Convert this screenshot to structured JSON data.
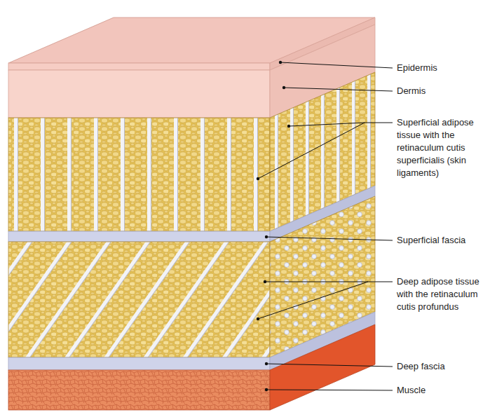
{
  "diagram": {
    "labels": [
      "Epidermis",
      "Dermis",
      "Superficial adipose tissue with the retinaculum cutis superficialis (skin ligaments)",
      "Superficial fascia",
      "Deep adipose tissue with the retinaculum cutis profundus",
      "Deep fascia",
      "Muscle"
    ]
  }
}
